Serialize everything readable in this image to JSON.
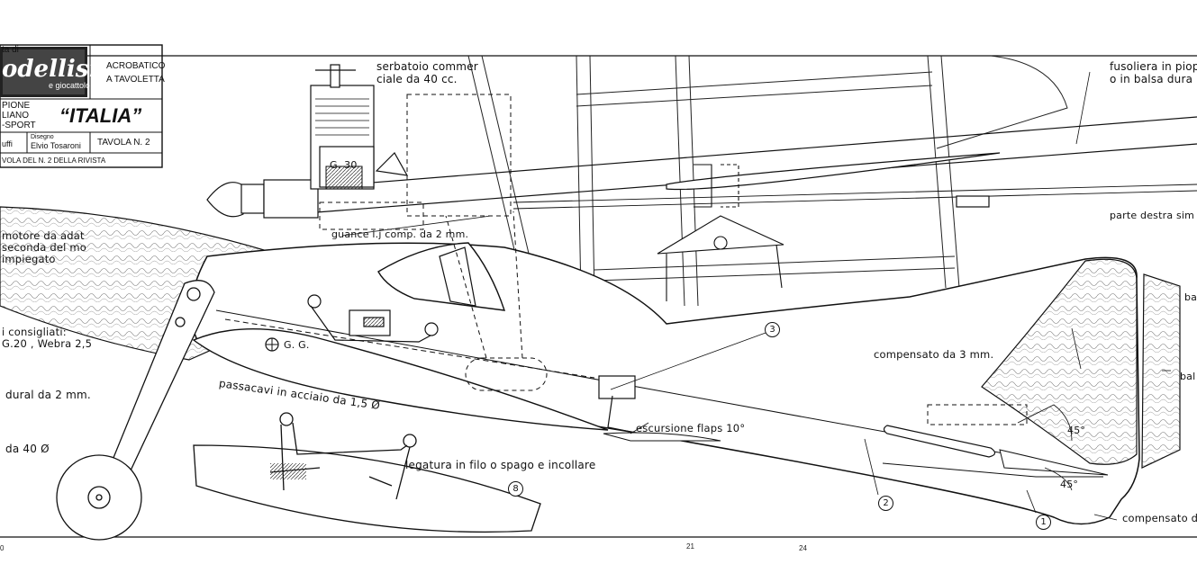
{
  "title_block": {
    "header_partial": "ta di",
    "logo_text": "odellismo",
    "logo_sub": "e giocattolo",
    "model_type_line1": "ACROBATICO",
    "model_type_line2": "A TAVOLETTA",
    "champion_line1": "PIONE",
    "champion_line2": "LIANO",
    "champion_line3": "-SPORT",
    "model_name": "“ITALIA”",
    "author_partial": "uffi",
    "drawing_label": "Disegno",
    "drawing_author": "Elvio Tosaroni",
    "sheet_label": "TAVOLA N. 2",
    "footer": "VOLA DEL N. 2 DELLA RIVISTA"
  },
  "annotations": {
    "tank": "serbatoio commer\nciale da 40 cc.",
    "engine_label": "G. 30",
    "fuselage": "fusoliera in piop\no in balsa dura",
    "cheeks": "guance i.j comp. da 2 mm.",
    "right_side": "parte destra sim",
    "motor_note": "motore da adat\nseconda del mo\nimpiegato",
    "engines_suggested": "i consigliati:\nG.20 , Webra 2,5",
    "cg": "G. G.",
    "dural": "dural da 2 mm.",
    "wheels": "da 40 Ø",
    "wire_guides": "passacavi in acciaio da 1,5 Ø",
    "binding": "legatura in filo o spago e incollare",
    "flaps": "escursione flaps 10°",
    "tail_ply": "compensato da 3 mm.",
    "angle_top": "45°",
    "angle_bottom": "45°",
    "tail_ply_bottom": "compensato d",
    "balsa_top": "ba",
    "balsa_mid": "bal"
  },
  "callouts": {
    "c1": "1",
    "c2": "2",
    "c3": "3",
    "c8": "8"
  },
  "page_numbers": {
    "left": "0",
    "mid1": "21",
    "mid2": "24"
  }
}
